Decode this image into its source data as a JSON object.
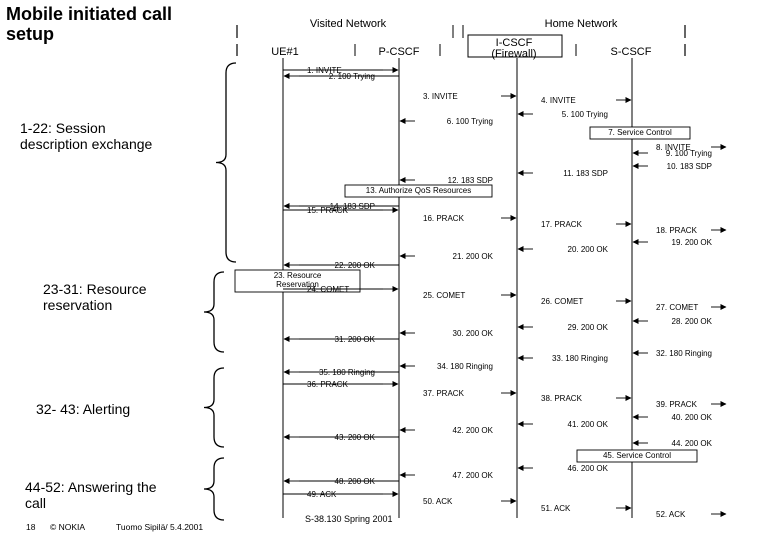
{
  "title": "Mobile initiated call\nsetup",
  "header": {
    "visited_network": "Visited Network",
    "home_network": "Home Network"
  },
  "entities": [
    "UE#1",
    "P-CSCF",
    "I-CSCF\n(Firewall)",
    "S-CSCF"
  ],
  "phases": [
    {
      "label": "1-22: Session\ndescription exchange"
    },
    {
      "label": "23-31: Resource\nreservation"
    },
    {
      "label": "32- 43: Alerting"
    },
    {
      "label": "44-52: Answering the\ncall"
    }
  ],
  "messages": [
    {
      "label": "1. INVITE",
      "from": 0,
      "to": 1
    },
    {
      "label": "2. 100 Trying",
      "from": 1,
      "to": 0
    },
    {
      "label": "3. INVITE",
      "from": 1,
      "to": 2
    },
    {
      "label": "4. INVITE",
      "from": 2,
      "to": 3
    },
    {
      "label": "5. 100 Trying",
      "from": 3,
      "to": 2
    },
    {
      "label": "6. 100 Trying",
      "from": 2,
      "to": 1
    },
    {
      "label": "7. Service Control",
      "box": [
        2,
        3
      ]
    },
    {
      "label": "8. INVITE",
      "from": 3,
      "to": 4
    },
    {
      "label": "9. 100 Trying",
      "from": 4,
      "to": 3
    },
    {
      "label": "10. 183 SDP",
      "from": 4,
      "to": 3
    },
    {
      "label": "11. 183 SDP",
      "from": 3,
      "to": 2
    },
    {
      "label": "12. 183 SDP",
      "from": 2,
      "to": 1
    },
    {
      "label": "13. Authorize QoS Resources",
      "box": [
        1,
        2
      ]
    },
    {
      "label": "14. 183 SDP",
      "from": 1,
      "to": 0
    },
    {
      "label": "15. PRACK",
      "from": 0,
      "to": 1
    },
    {
      "label": "16. PRACK",
      "from": 1,
      "to": 2
    },
    {
      "label": "17. PRACK",
      "from": 2,
      "to": 3
    },
    {
      "label": "18. PRACK",
      "from": 3,
      "to": 4
    },
    {
      "label": "19. 200 OK",
      "from": 4,
      "to": 3
    },
    {
      "label": "20. 200 OK",
      "from": 3,
      "to": 2
    },
    {
      "label": "21. 200 OK",
      "from": 2,
      "to": 1
    },
    {
      "label": "22. 200 OK",
      "from": 1,
      "to": 0
    },
    {
      "label": "23. Resource\nReservation",
      "box": [
        0,
        1
      ]
    },
    {
      "label": "24. COMET",
      "from": 0,
      "to": 1
    },
    {
      "label": "25. COMET",
      "from": 1,
      "to": 2
    },
    {
      "label": "26. COMET",
      "from": 2,
      "to": 3
    },
    {
      "label": "27. COMET",
      "from": 3,
      "to": 4
    },
    {
      "label": "28. 200 OK",
      "from": 4,
      "to": 3
    },
    {
      "label": "29. 200 OK",
      "from": 3,
      "to": 2
    },
    {
      "label": "30. 200 OK",
      "from": 2,
      "to": 1
    },
    {
      "label": "31. 200 OK",
      "from": 1,
      "to": 0
    },
    {
      "label": "32. 180 Ringing",
      "from": 4,
      "to": 3
    },
    {
      "label": "33. 180 Ringing",
      "from": 3,
      "to": 2
    },
    {
      "label": "34. 180 Ringing",
      "from": 2,
      "to": 1
    },
    {
      "label": "35. 180 Ringing",
      "from": 1,
      "to": 0
    },
    {
      "label": "36. PRACK",
      "from": 0,
      "to": 1
    },
    {
      "label": "37. PRACK",
      "from": 1,
      "to": 2
    },
    {
      "label": "38. PRACK",
      "from": 2,
      "to": 3
    },
    {
      "label": "39. PRACK",
      "from": 3,
      "to": 4
    },
    {
      "label": "40. 200 OK",
      "from": 4,
      "to": 3
    },
    {
      "label": "41. 200 OK",
      "from": 3,
      "to": 2
    },
    {
      "label": "42. 200 OK",
      "from": 2,
      "to": 1
    },
    {
      "label": "43. 200 OK",
      "from": 1,
      "to": 0
    },
    {
      "label": "44. 200 OK",
      "from": 4,
      "to": 3
    },
    {
      "label": "45. Service Control",
      "box": [
        3,
        4
      ]
    },
    {
      "label": "46. 200 OK",
      "from": 3,
      "to": 2
    },
    {
      "label": "47. 200 OK",
      "from": 2,
      "to": 1
    },
    {
      "label": "48. 200 OK",
      "from": 1,
      "to": 0
    },
    {
      "label": "49. ACK",
      "from": 0,
      "to": 1
    },
    {
      "label": "50. ACK",
      "from": 1,
      "to": 2
    },
    {
      "label": "51. ACK",
      "from": 2,
      "to": 3
    },
    {
      "label": "52. ACK",
      "from": 3,
      "to": 4
    }
  ],
  "footer": {
    "page_number": "18",
    "company": "© NOKIA",
    "author_date": "Tuomo Sipilä/ 5.4.2001",
    "course": "S-38.130 Spring 2001"
  }
}
